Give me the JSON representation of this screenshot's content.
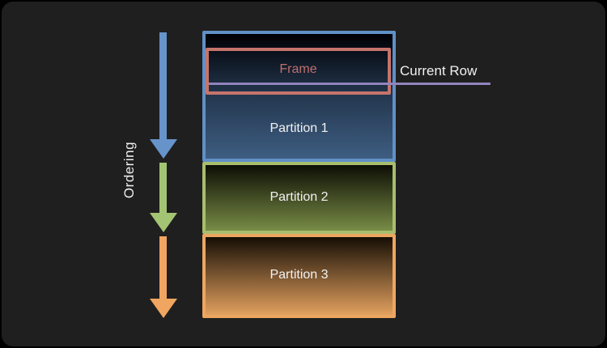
{
  "diagram": {
    "panel_background": "#1f1f1f",
    "ordering": {
      "label": "Ordering",
      "text_color": "#f0f0f0"
    },
    "arrows": [
      {
        "name": "ordering-arrow-top",
        "color": "#6793cb"
      },
      {
        "name": "ordering-arrow-middle",
        "color": "#a3c573"
      },
      {
        "name": "ordering-arrow-bottom",
        "color": "#f0a560"
      }
    ],
    "partitions": [
      {
        "label": "Partition 1",
        "border_color": "#6090c6",
        "fill_top": "#000005",
        "fill_mid": "#24384f",
        "fill_bottom": "#3e5d82"
      },
      {
        "label": "Partition 2",
        "border_color": "#a9bd6e",
        "fill_top": "#0d0e04",
        "fill_mid": "#434d25",
        "fill_bottom": "#788c46"
      },
      {
        "label": "Partition 3",
        "border_color": "#eda660",
        "fill_top": "#160e05",
        "fill_mid": "#7c5732",
        "fill_bottom": "#e2a05e"
      }
    ],
    "frame": {
      "label": "Frame",
      "border_color": "#c5746c",
      "text_color": "#c06f6e"
    },
    "current_row": {
      "label": "Current Row",
      "line_color": "#9184bd",
      "text_color": "#f0f0f0"
    }
  }
}
